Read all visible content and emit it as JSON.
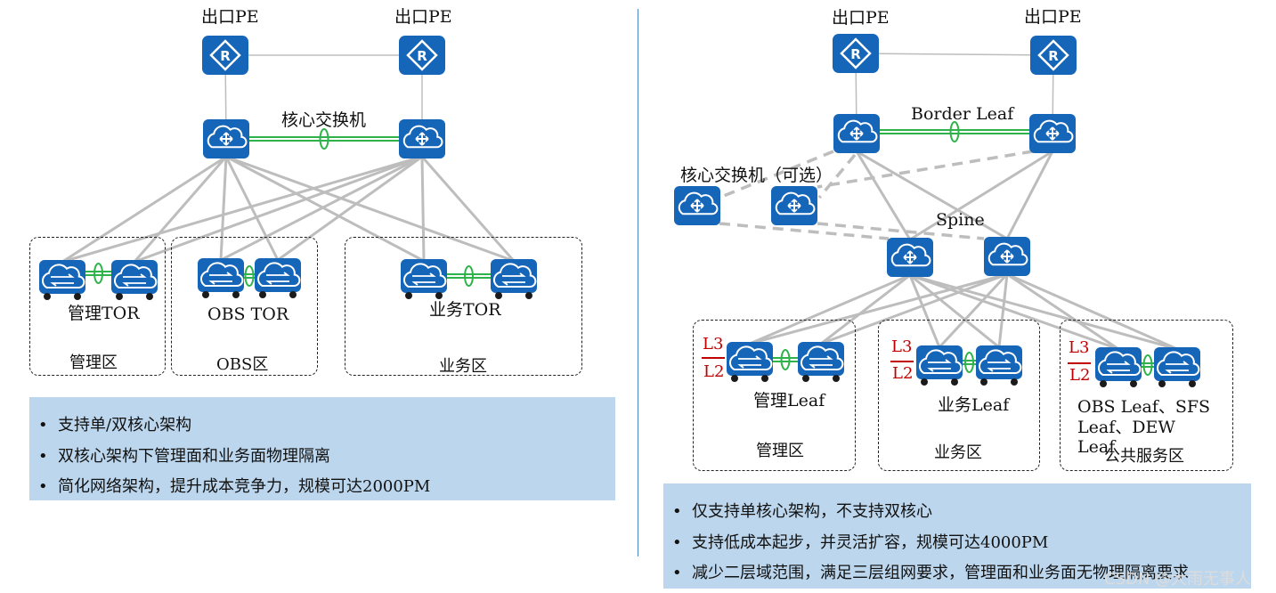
{
  "left": {
    "pe_labels": [
      "出口PE",
      "出口PE"
    ],
    "core_label": "核心交换机",
    "tor_labels": [
      "管理TOR",
      "OBS TOR",
      "业务TOR"
    ],
    "zone_labels": [
      "管理区",
      "OBS区",
      "业务区"
    ],
    "bullets": [
      "支持单/双核心架构",
      "双核心架构下管理面和业务面物理隔离",
      "简化网络架构，提升成本竞争力，规模可达2000PM"
    ]
  },
  "right": {
    "pe_labels": [
      "出口PE",
      "出口PE"
    ],
    "border_leaf_label": "Border Leaf",
    "core_optional_label": "核心交换机（可选）",
    "spine_label": "Spine",
    "l3": "L3",
    "l2": "L2",
    "leaf_labels": [
      "管理Leaf",
      "业务Leaf",
      "OBS Leaf、SFS",
      "Leaf、DEW",
      "Leaf"
    ],
    "zone_labels": [
      "管理区",
      "业务区",
      "公共服务区"
    ],
    "bullets": [
      "仅支持单核心架构，不支持双核心",
      "支持低成本起步，并灵活扩容，规模可达4000PM",
      "减少二层域范围，满足三层组网要求，管理面和业务面无物理隔离要求"
    ]
  },
  "bullet_char": "•",
  "watermark": "CSDN @大雨无事人",
  "colors": {
    "device_blue": "#1565b8",
    "link_gray": "#bdbdbd",
    "lag_green": "#2db34a",
    "panel_blue": "#bcd6ed",
    "l3_red": "#c00000"
  }
}
